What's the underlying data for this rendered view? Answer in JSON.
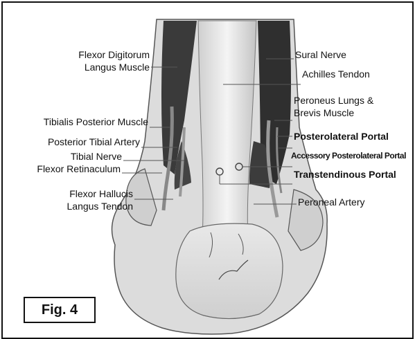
{
  "figure_label": "Fig. 4",
  "labels_left": {
    "flexor_digitorum_line1": "Flexor Digitorum",
    "flexor_digitorum_line2": "Langus Muscle",
    "tibialis_posterior": "Tibialis Posterior Muscle",
    "posterior_tibial_artery": "Posterior Tibial Artery",
    "tibial_nerve": "Tibial Nerve",
    "flexor_retinaculum": "Flexor Retinaculum",
    "flexor_hallucis_line1": "Flexor Hallucis",
    "flexor_hallucis_line2": "Langus Tendon"
  },
  "labels_right": {
    "sural_nerve": "Sural Nerve",
    "achilles_tendon": "Achilles Tendon",
    "peroneus_line1": "Peroneus Lungs &",
    "peroneus_line2": "Brevis Muscle",
    "posterolateral_portal": "Posterolateral Portal",
    "accessory_posterolateral_portal": "Accessory Posterolateral Portal",
    "transtendinous_portal": "Transtendinous Portal",
    "peroneal_artery": "Peroneal Artery"
  },
  "colors": {
    "tissue_light": "#e6e6e6",
    "tissue_mid": "#b9b9b9",
    "tissue_dark": "#3a3a3a",
    "line": "#555555"
  }
}
